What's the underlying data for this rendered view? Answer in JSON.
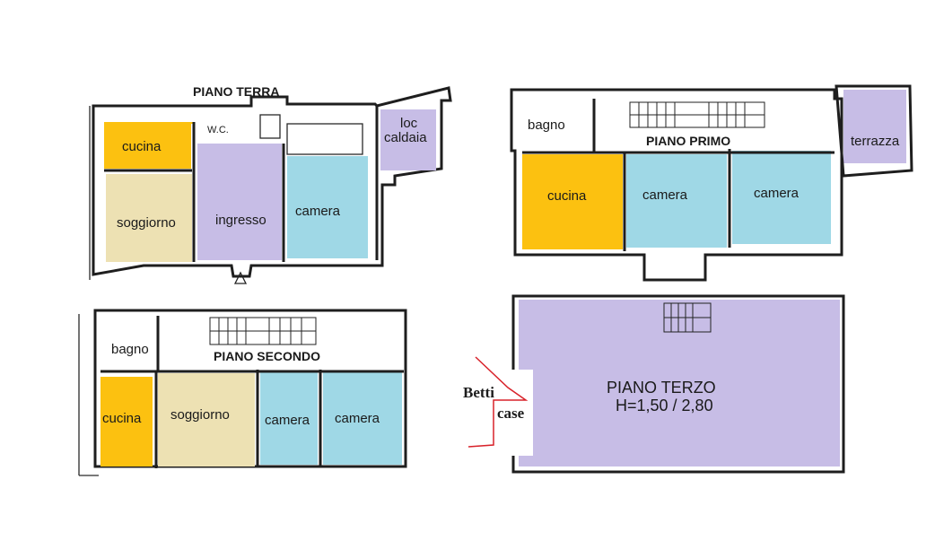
{
  "logo": {
    "line1": "Betti",
    "line2": "case"
  },
  "floors": [
    {
      "name": "PIANO TERRA",
      "rooms": [
        {
          "label": "cucina",
          "color": "#fcc110"
        },
        {
          "label": "W.C.",
          "color": "#fcc110"
        },
        {
          "label": "soggiorno",
          "color": "#ede1b3"
        },
        {
          "label": "ingresso",
          "color": "#c7bde6"
        },
        {
          "label": "camera",
          "color": "#9fd8e6"
        },
        {
          "label": "loc\ncaldaia",
          "color": "#c7bde6"
        }
      ]
    },
    {
      "name": "PIANO PRIMO",
      "rooms": [
        {
          "label": "bagno",
          "color": ""
        },
        {
          "label": "cucina",
          "color": "#fcc110"
        },
        {
          "label": "camera",
          "color": "#9fd8e6"
        },
        {
          "label": "camera",
          "color": "#9fd8e6"
        },
        {
          "label": "terrazza",
          "color": "#c7bde6"
        }
      ]
    },
    {
      "name": "PIANO SECONDO",
      "rooms": [
        {
          "label": "bagno",
          "color": ""
        },
        {
          "label": "cucina",
          "color": "#fcc110"
        },
        {
          "label": "soggiorno",
          "color": "#ede1b3"
        },
        {
          "label": "camera",
          "color": "#9fd8e6"
        },
        {
          "label": "camera",
          "color": "#9fd8e6"
        }
      ]
    },
    {
      "name": "PIANO TERZO",
      "note": "H=1,50 / 2,80",
      "rooms": [
        {
          "label": "",
          "color": "#c7bde6"
        }
      ]
    }
  ]
}
